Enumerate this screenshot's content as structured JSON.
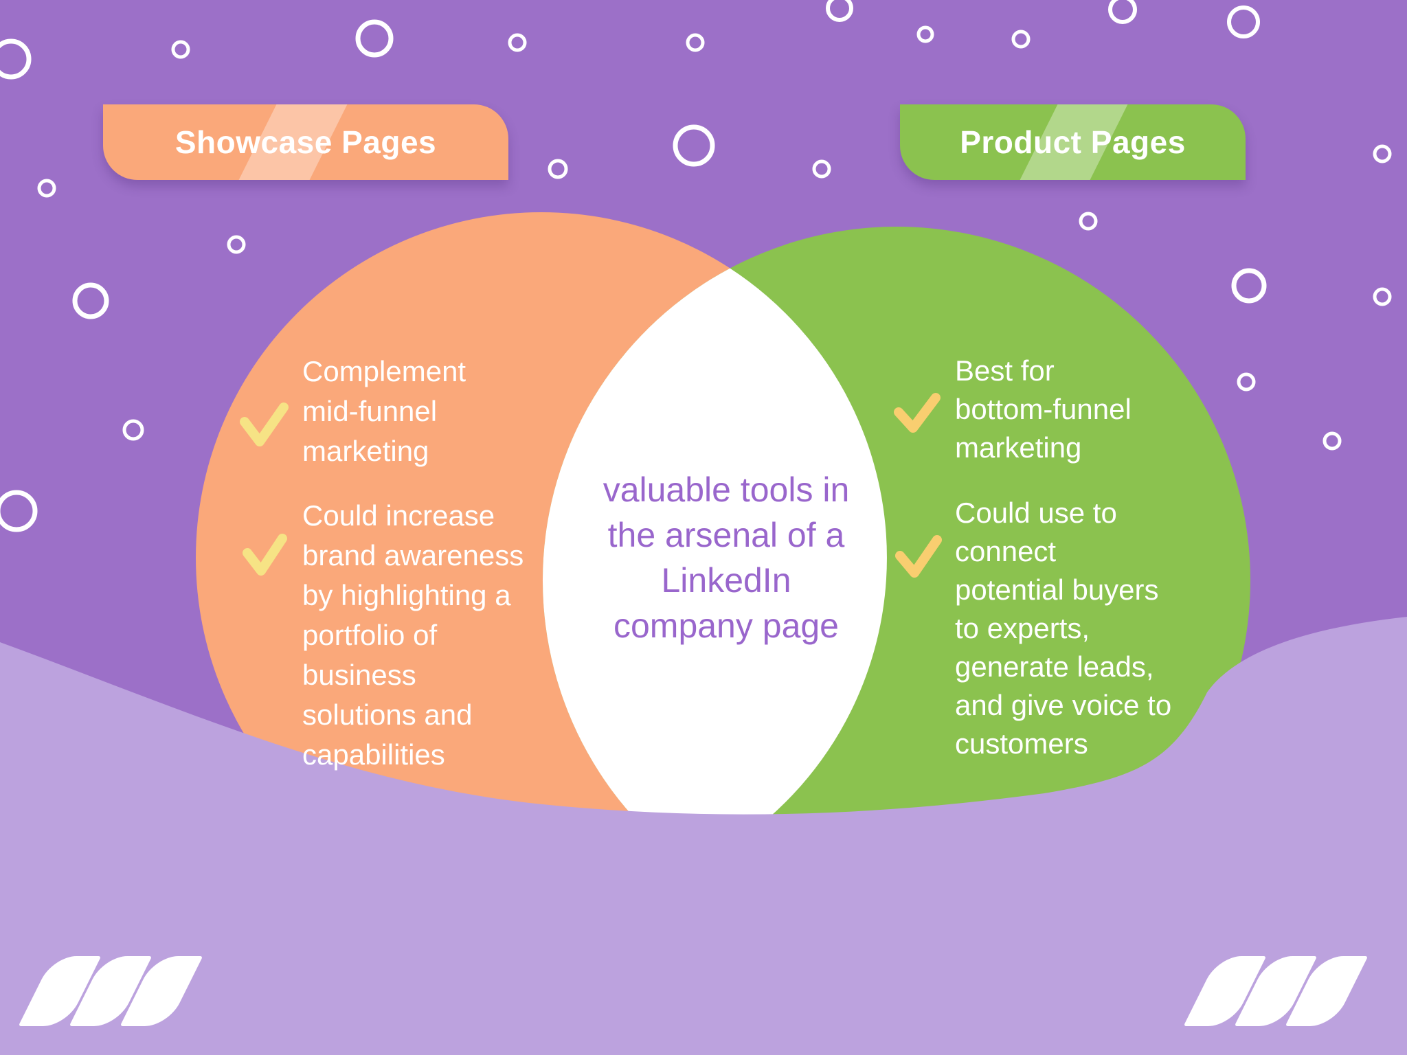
{
  "title": "Showcase Pages vs Product Pages LinkedIn Venn diagram",
  "header": {
    "left_label": "Showcase Pages",
    "right_label": "Product Pages"
  },
  "venn": {
    "left": {
      "items": [
        {
          "icon": "checkmark-icon",
          "lines": [
            "Complement",
            "mid-funnel",
            "marketing"
          ]
        },
        {
          "icon": "checkmark-icon",
          "lines": [
            "Could increase",
            "brand awareness",
            "by highlighting a",
            "portfolio of",
            "business",
            "solutions and",
            "capabilities"
          ]
        }
      ]
    },
    "right": {
      "items": [
        {
          "icon": "checkmark-icon",
          "lines": [
            "Best for",
            "bottom-funnel",
            "marketing"
          ]
        },
        {
          "icon": "checkmark-icon",
          "lines": [
            "Could use to",
            "connect",
            "potential buyers",
            "to experts,",
            "generate leads,",
            "and give voice to",
            "customers"
          ]
        }
      ]
    },
    "center": {
      "lines": [
        "valuable tools in",
        "the arsenal of a",
        "LinkedIn",
        "company page"
      ]
    }
  },
  "colors": {
    "background_purple": "#9C70C8",
    "wave_light_purple": "#BCA2DE",
    "orange_circle": "#FAA87A",
    "green_circle": "#8BC24F",
    "intersection_white": "#FFFFFF",
    "center_text_purple": "#9966CC",
    "checkmark_yellow_left": "#F6E385",
    "checkmark_yellow_right": "#F9CE70",
    "label_text": "#FFFFFF"
  },
  "icons": {
    "decorative": [
      "circle-outline-icon",
      "checkmark-icon",
      "triple-slash-logo-icon"
    ]
  }
}
